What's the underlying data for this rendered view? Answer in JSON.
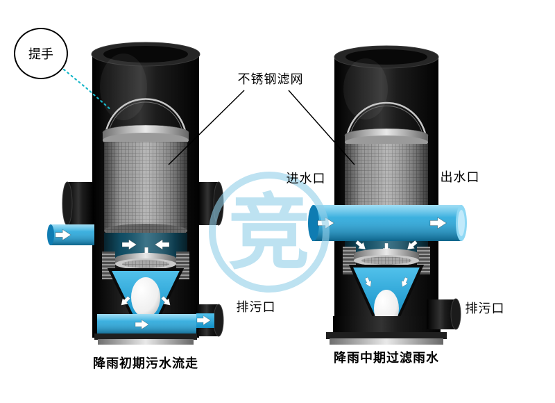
{
  "diagram": {
    "handle_label": "提手",
    "mesh_label": "不锈钢滤网",
    "inlet_label": "进水口",
    "outlet_label": "出水口",
    "drain_label_left": "排污口",
    "drain_label_right": "排污口",
    "caption_left": "降雨初期污水流走",
    "caption_right": "降雨中期过滤雨水",
    "watermark_text": "竞"
  },
  "colors": {
    "water_blue": "#29a8dc",
    "body_black": "#0d0d0d",
    "mesh_gray": "#a8a8a8",
    "metal_gray": "#c9c9c9",
    "watermark_blue": "#92cfe9",
    "leader_teal": "#19b7c9"
  }
}
